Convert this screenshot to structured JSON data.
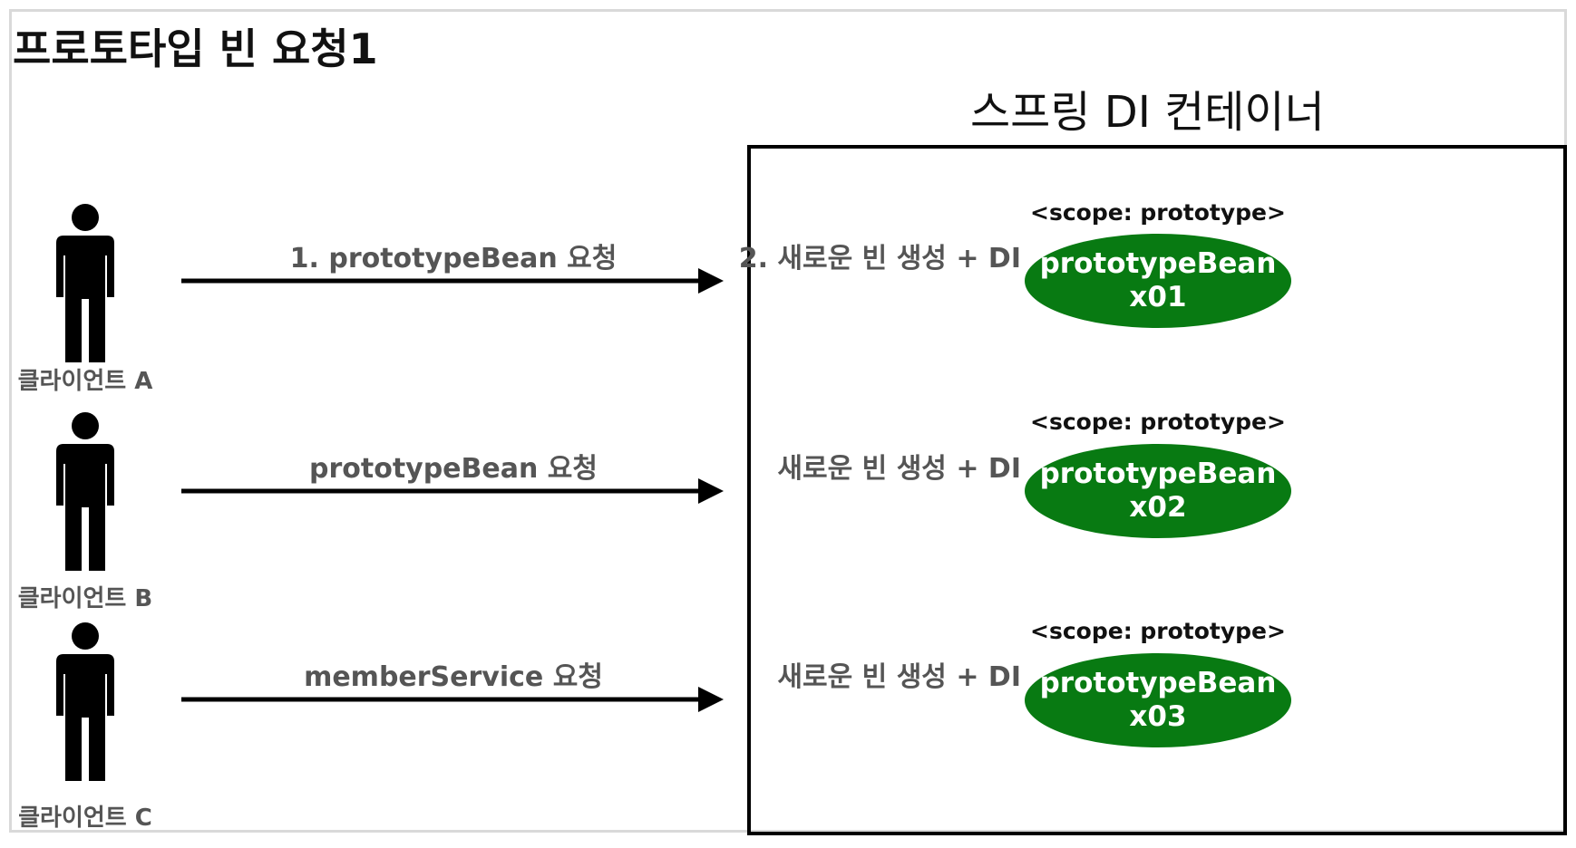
{
  "title": "프로토타입 빈 요청1",
  "container": {
    "title": "스프링 DI 컨테이너"
  },
  "clients": [
    {
      "label": "클라이언트 A"
    },
    {
      "label": "클라이언트 B"
    },
    {
      "label": "클라이언트 C"
    }
  ],
  "requests": [
    {
      "arrow_label": "1. prototypeBean 요청",
      "step_label": "2. 새로운 빈 생성 + DI"
    },
    {
      "arrow_label": "prototypeBean 요청",
      "step_label": "새로운 빈 생성 + DI"
    },
    {
      "arrow_label": "memberService 요청",
      "step_label": "새로운 빈 생성 + DI"
    }
  ],
  "beans": [
    {
      "scope": "<scope: prototype>",
      "name": "prototypeBean",
      "id": "x01"
    },
    {
      "scope": "<scope: prototype>",
      "name": "prototypeBean",
      "id": "x02"
    },
    {
      "scope": "<scope: prototype>",
      "name": "prototypeBean",
      "id": "x03"
    }
  ],
  "colors": {
    "bean_fill": "#087a12",
    "bean_text": "#ffffff",
    "label_gray": "#555555",
    "figure": "#000000"
  },
  "icons": {
    "client": "person-icon",
    "request": "arrow-right-icon"
  }
}
